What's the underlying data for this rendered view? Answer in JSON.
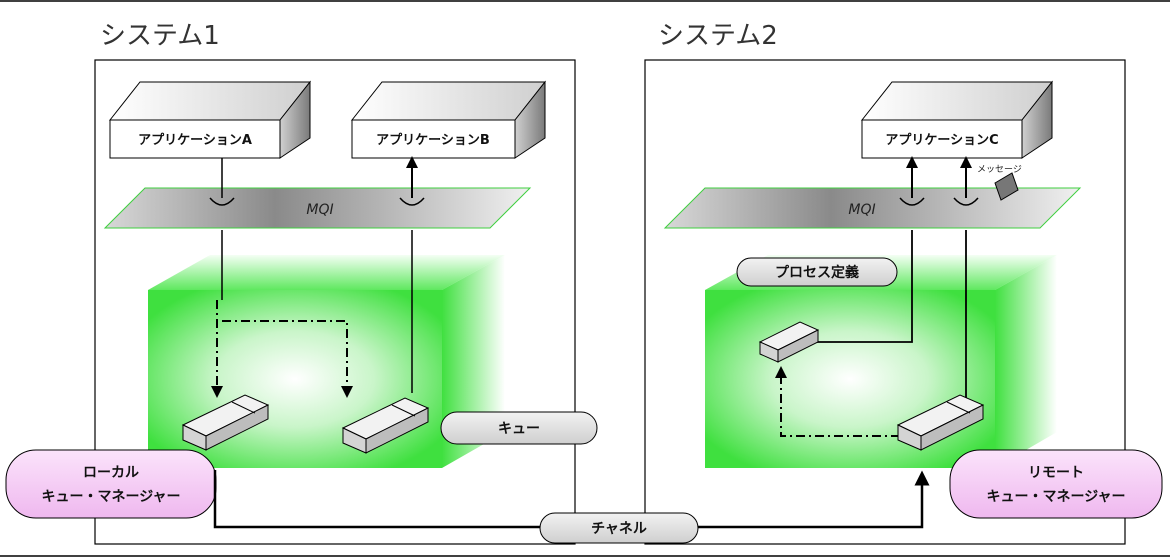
{
  "system1": {
    "title": "システム1",
    "app_a": "アプリケーションA",
    "app_b": "アプリケーションB",
    "mqi": "MQI",
    "local_qm_line1": "ローカル",
    "local_qm_line2": "キュー・マネージャー",
    "queue_label": "キュー"
  },
  "system2": {
    "title": "システム2",
    "app_c": "アプリケーションC",
    "mqi": "MQI",
    "message_label": "メッセージ",
    "process_def": "プロセス定義",
    "remote_qm_line1": "リモート",
    "remote_qm_line2": "キュー・マネージャー"
  },
  "channel_label": "チャネル",
  "colors": {
    "green": "#3fe03f",
    "pink": "#f4c8f4",
    "pill_gray": "#e6e6e6"
  }
}
